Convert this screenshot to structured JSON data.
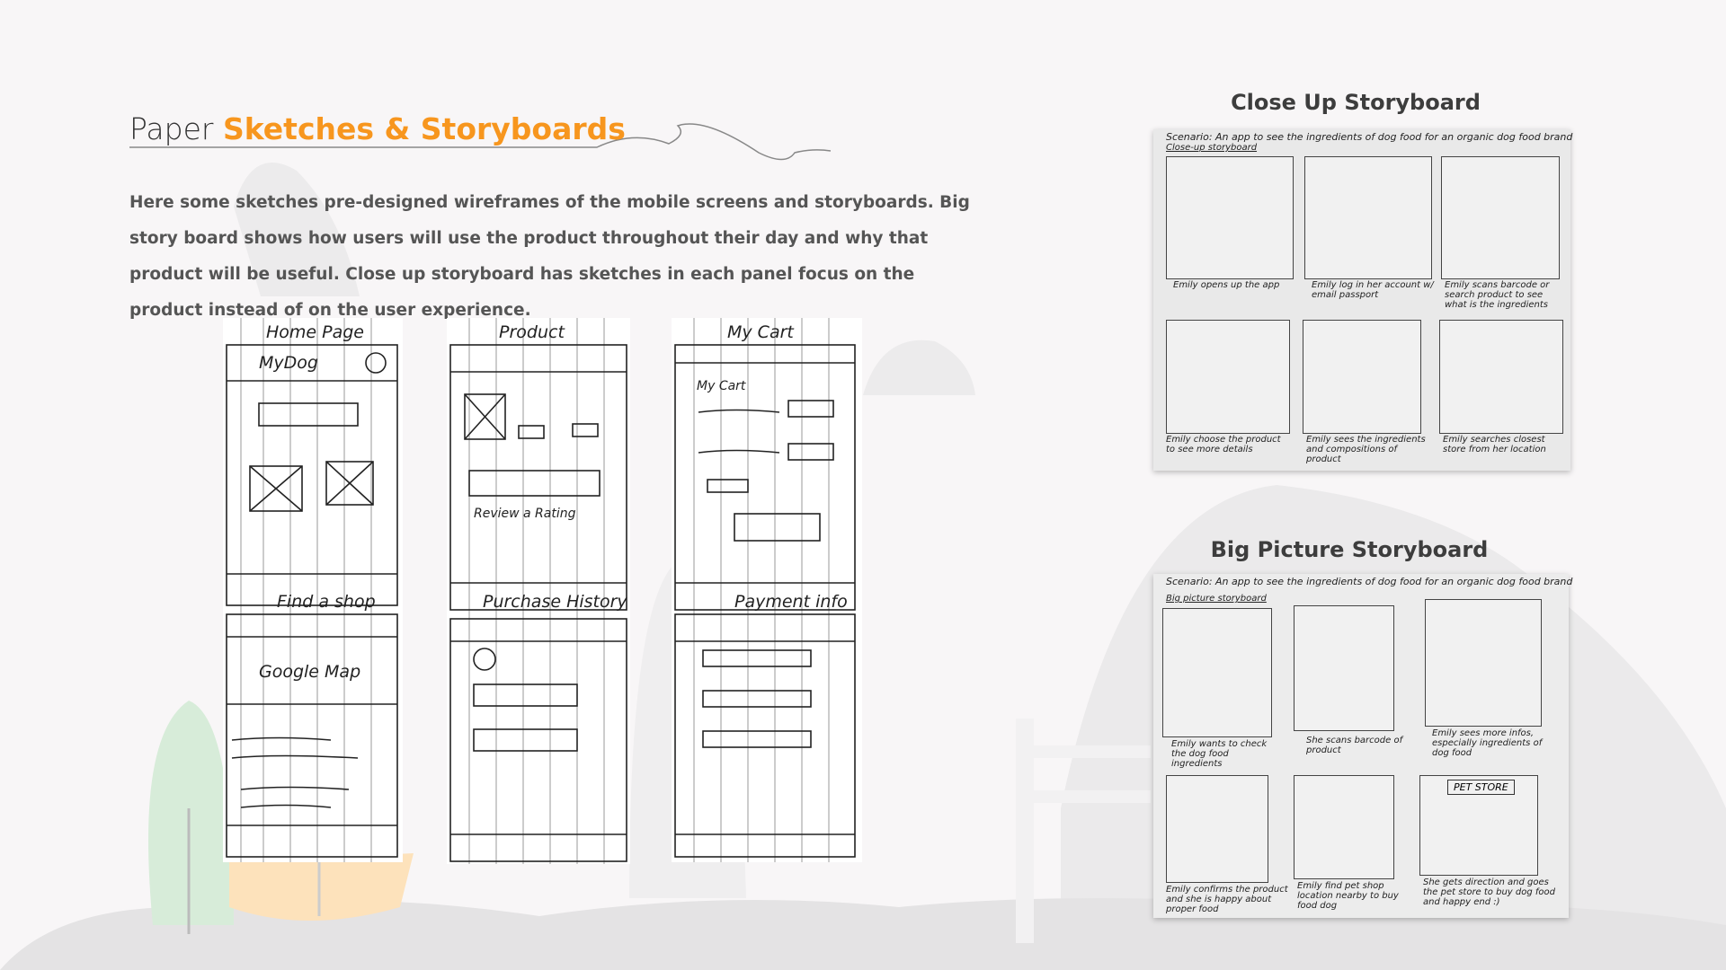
{
  "header": {
    "title_plain": "Paper",
    "title_accent": "Sketches & Storyboards"
  },
  "intro": "Here some sketches pre-designed wireframes of the mobile screens and storyboards. Big story board shows how users will use the product throughout their day and why that product will be useful. Close up storyboard has sketches in each panel focus on the product instead of on the user experience.",
  "colors": {
    "accent": "#f7961e",
    "background": "#f8f6f7",
    "text": "#555555"
  },
  "sketches": [
    {
      "top": "Home Page",
      "logo": "MyDog",
      "bottom": "Find a shop",
      "map": "Google Map"
    },
    {
      "top": "Product",
      "review": "Review a Rating",
      "bottom": "Purchase History"
    },
    {
      "top": "My Cart",
      "sub": "My Cart",
      "bottom": "Payment info"
    }
  ],
  "close_up": {
    "title": "Close Up Storyboard",
    "scenario": "Scenario: An app to see the ingredients of dog food for an organic dog food brand",
    "label": "Close-up storyboard",
    "captions": [
      "Emily opens up the app",
      "Emily log in her account w/ email passport",
      "Emily scans barcode or search product to see what is the ingredients",
      "Emily choose the product to see more details",
      "Emily sees the ingredients and compositions of product",
      "Emily searches closest store from her location"
    ]
  },
  "big_picture": {
    "title": "Big Picture Storyboard",
    "scenario": "Scenario: An app to see the ingredients of dog food for an organic dog food brand",
    "label": "Big picture storyboard",
    "captions": [
      "Emily wants to check the dog food ingredients",
      "She scans barcode of product",
      "Emily sees more infos, especially ingredients of dog food",
      "Emily confirms the product and she is happy about proper food",
      "Emily find pet shop location nearby to buy food dog",
      "She gets direction and goes the pet store to buy dog food and happy end :)"
    ],
    "store_sign": "PET STORE"
  }
}
